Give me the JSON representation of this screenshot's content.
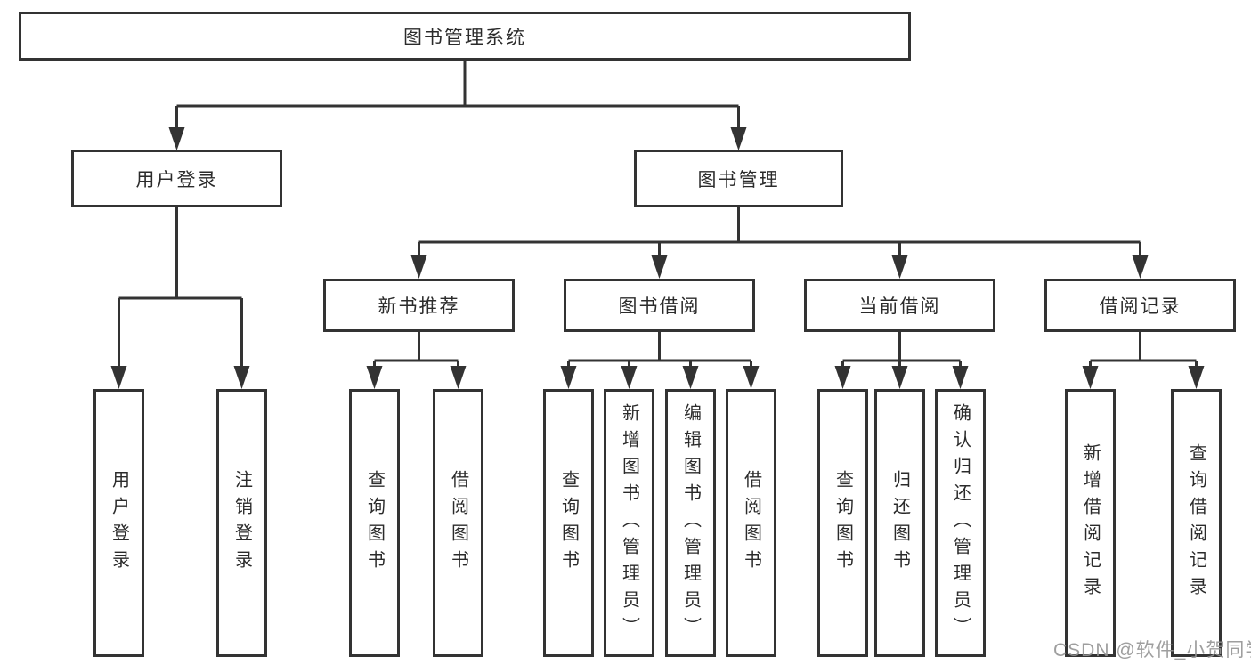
{
  "tree": {
    "root": {
      "label": "图书管理系统"
    },
    "branches": [
      {
        "label": "用户登录",
        "children": [
          {
            "label": "用户登录"
          },
          {
            "label": "注销登录"
          }
        ]
      },
      {
        "label": "图书管理",
        "groups": [
          {
            "label": "新书推荐",
            "children": [
              {
                "label": "查询图书"
              },
              {
                "label": "借阅图书"
              }
            ]
          },
          {
            "label": "图书借阅",
            "children": [
              {
                "label": "查询图书"
              },
              {
                "label": "新增图书（管理员）"
              },
              {
                "label": "编辑图书（管理员）"
              },
              {
                "label": "借阅图书"
              }
            ]
          },
          {
            "label": "当前借阅",
            "children": [
              {
                "label": "查询图书"
              },
              {
                "label": "归还图书"
              },
              {
                "label": "确认归还（管理员）"
              }
            ]
          },
          {
            "label": "借阅记录",
            "children": [
              {
                "label": "新增借阅记录"
              },
              {
                "label": "查询借阅记录"
              }
            ]
          }
        ]
      }
    ]
  },
  "watermark": {
    "text": "CSDN @软件_小贺同学"
  },
  "colors": {
    "line": "#333333",
    "text": "#2b2b2b",
    "watermark": "#949494",
    "background": "#ffffff"
  }
}
